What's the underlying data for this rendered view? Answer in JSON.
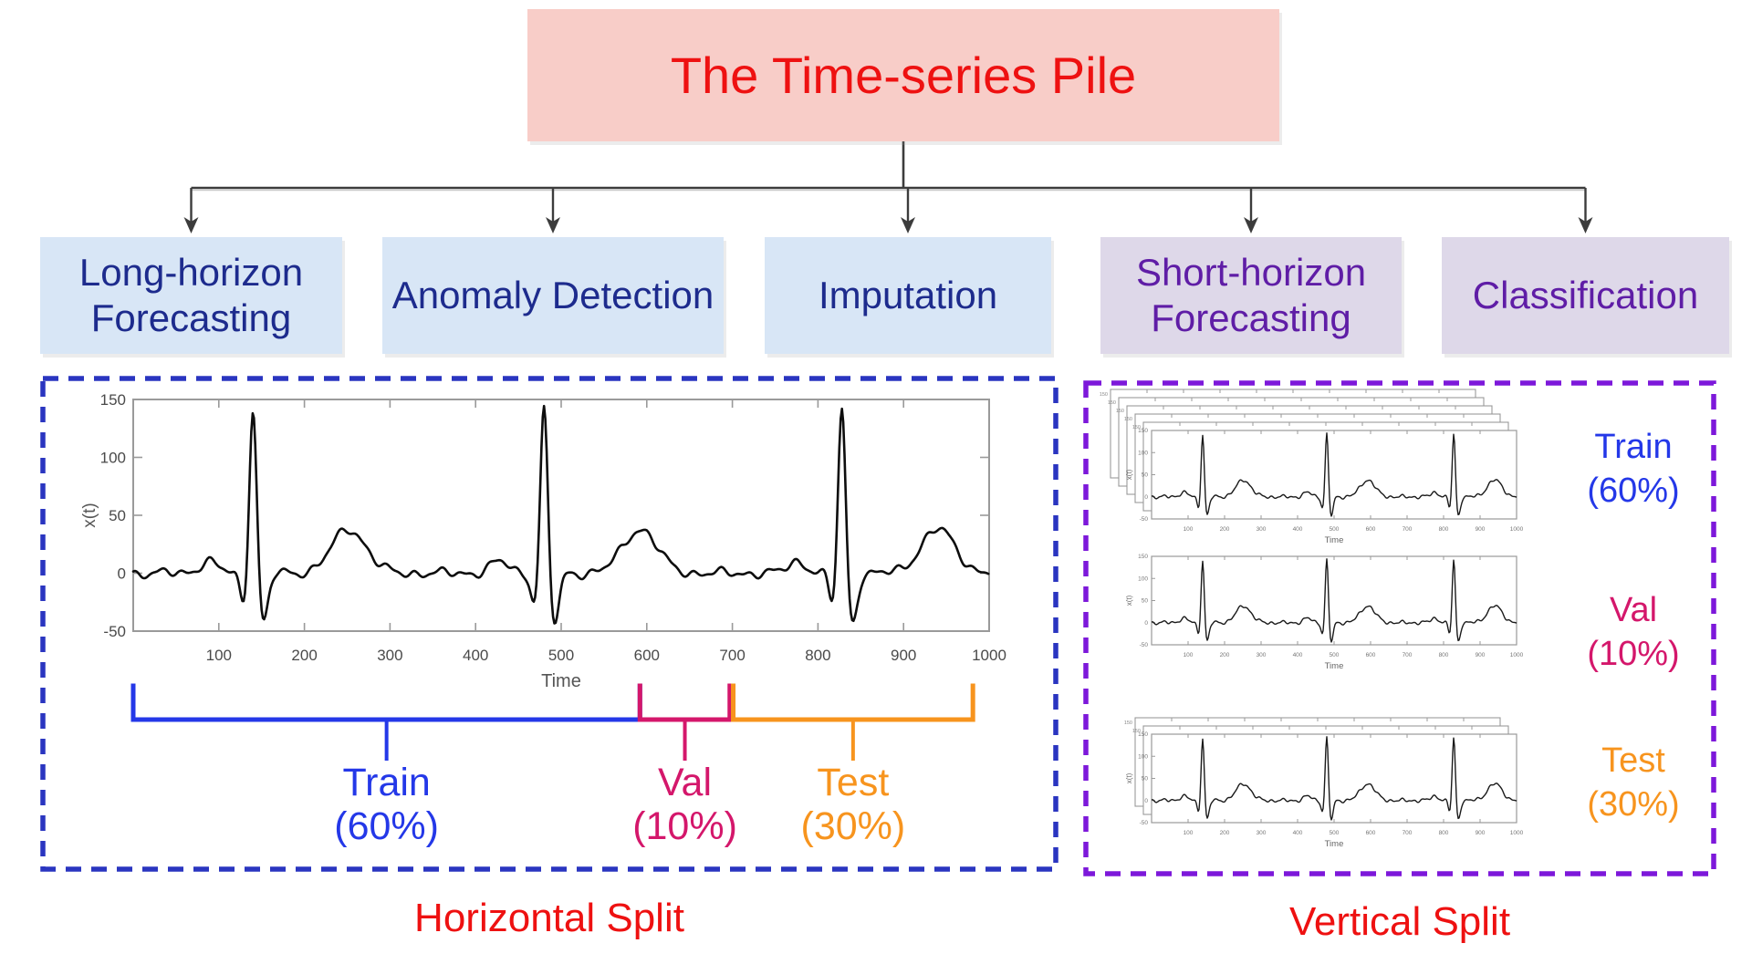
{
  "title": {
    "text": "The Time-series Pile"
  },
  "tasks": [
    {
      "label": "Long-horizon Forecasting",
      "theme": "blue"
    },
    {
      "label": "Anomaly Detection",
      "theme": "blue"
    },
    {
      "label": "Imputation",
      "theme": "blue"
    },
    {
      "label": "Short-horizon Forecasting",
      "theme": "purple"
    },
    {
      "label": "Classification",
      "theme": "purple"
    }
  ],
  "left_panel": {
    "caption": "Horizontal Split",
    "splits": [
      {
        "name": "Train",
        "pct": "(60%)",
        "color_key": "train",
        "t_start": 0,
        "t_end": 592
      },
      {
        "name": "Val",
        "pct": "(10%)",
        "color_key": "val",
        "t_start": 592,
        "t_end": 697
      },
      {
        "name": "Test",
        "pct": "(30%)",
        "color_key": "test",
        "t_start": 701,
        "t_end": 981
      }
    ]
  },
  "right_panel": {
    "caption": "Vertical Split",
    "groups": [
      {
        "name": "Train",
        "pct": "(60%)",
        "color_key": "train",
        "sheets": 6
      },
      {
        "name": "Val",
        "pct": "(10%)",
        "color_key": "val",
        "sheets": 1
      },
      {
        "name": "Test",
        "pct": "(30%)",
        "color_key": "test",
        "sheets": 3
      }
    ]
  },
  "colors": {
    "title_bg": "#f8cdc8",
    "title_text": "#ee1111",
    "caption_text": "#ee1111",
    "task_blue_bg": "#d8e6f6",
    "task_blue_text": "#1d2b8d",
    "task_purple_bg": "#ded8e9",
    "task_purple_text": "#5f1da6",
    "left_panel_border": "#2a35c0",
    "right_panel_border": "#7d18da",
    "train": "#2438e8",
    "val": "#d4176b",
    "test": "#f7941e",
    "connector": "#3c3c3c",
    "axis": "#9a9a9a",
    "tick_text": "#4a4a4a",
    "ecg_line": "#0d0d0d"
  },
  "chart_data": {
    "type": "line",
    "title": "",
    "xlabel": "Time",
    "ylabel": "x(t)",
    "xlim": [
      0,
      1000
    ],
    "ylim": [
      -50,
      150
    ],
    "x_ticks": [
      100,
      200,
      300,
      400,
      500,
      600,
      700,
      800,
      900,
      1000
    ],
    "y_ticks": [
      150,
      100,
      50,
      0,
      -50
    ],
    "grid": false,
    "legend": "none",
    "series_desc": "ECG-like signal with three heartbeats (P-QRS-T complexes) and small baseline noise; same series repeated in all mini plots of the Vertical Split panel",
    "beat_centers": [
      140,
      480,
      828
    ],
    "beat_components": {
      "p": {
        "amp": 10,
        "offset": -52,
        "width": 11
      },
      "q": {
        "amp": -26,
        "offset": -11,
        "width": 4.5
      },
      "r": {
        "amp": 146,
        "offset": 0,
        "width": 4.2
      },
      "s": {
        "amp": -44,
        "offset": 12,
        "width": 5.5
      },
      "t": {
        "amp": 38,
        "offset": 112,
        "width": 20
      }
    },
    "noise_terms": [
      [
        2.4,
        0.211,
        1.3
      ],
      [
        1.8,
        0.097,
        4.1
      ],
      [
        1.3,
        0.367,
        0.5
      ]
    ],
    "splits_pct": {
      "train": 60,
      "val": 10,
      "test": 30
    }
  }
}
